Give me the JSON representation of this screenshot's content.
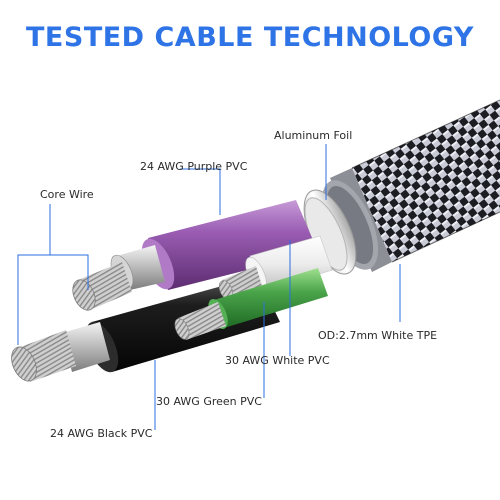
{
  "title": "TESTED CABLE TECHNOLOGY",
  "labels": {
    "aluminum_foil": "Aluminum Foil",
    "purple_pvc": "24 AWG Purple PVC",
    "core_wire": "Core Wire",
    "outer_diameter": "OD:2.7mm White TPE",
    "white_pvc": "30 AWG White PVC",
    "green_pvc": "30 AWG Green PVC",
    "black_pvc": "24 AWG Black PVC"
  },
  "colors": {
    "title": "#2f74e6",
    "leader_line": "#2b6fe0",
    "purple": "#8a4fa0",
    "black": "#161616",
    "white": "#f2f2f2",
    "green": "#3e9a3e",
    "silver": "#bdbdbd",
    "braid_dark": "#1b1d22",
    "braid_light": "#c9ccd6"
  }
}
